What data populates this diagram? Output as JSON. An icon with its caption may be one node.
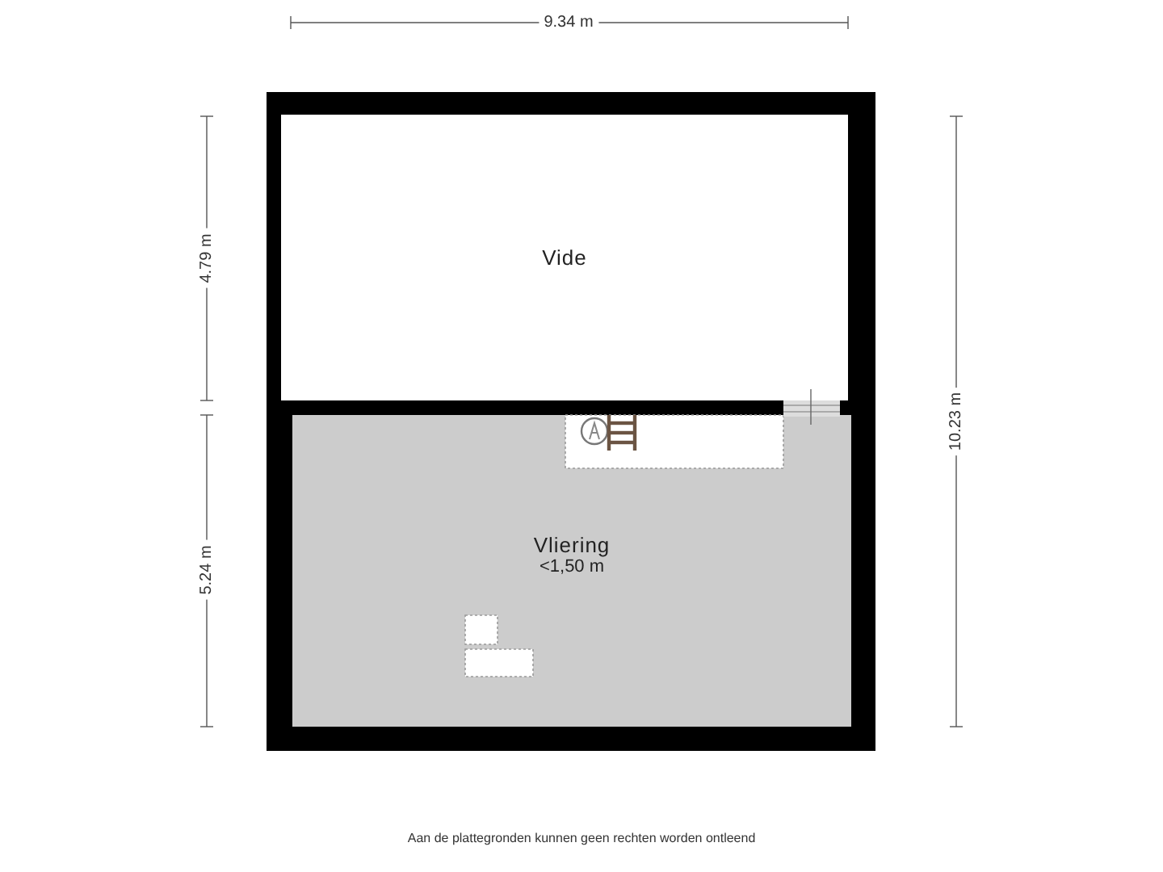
{
  "diagram": {
    "nodes": [
      {
        "text": [
          "Vide"
        ]
      },
      {
        "text": [
          "Vliering",
          "<1,50 m"
        ]
      }
    ],
    "labels": [
      "9.34 m",
      "4.79 m",
      "5.24 m",
      "10.23 m",
      "Aan de plattegronden kunnen geen rechten worden ontleend"
    ]
  }
}
